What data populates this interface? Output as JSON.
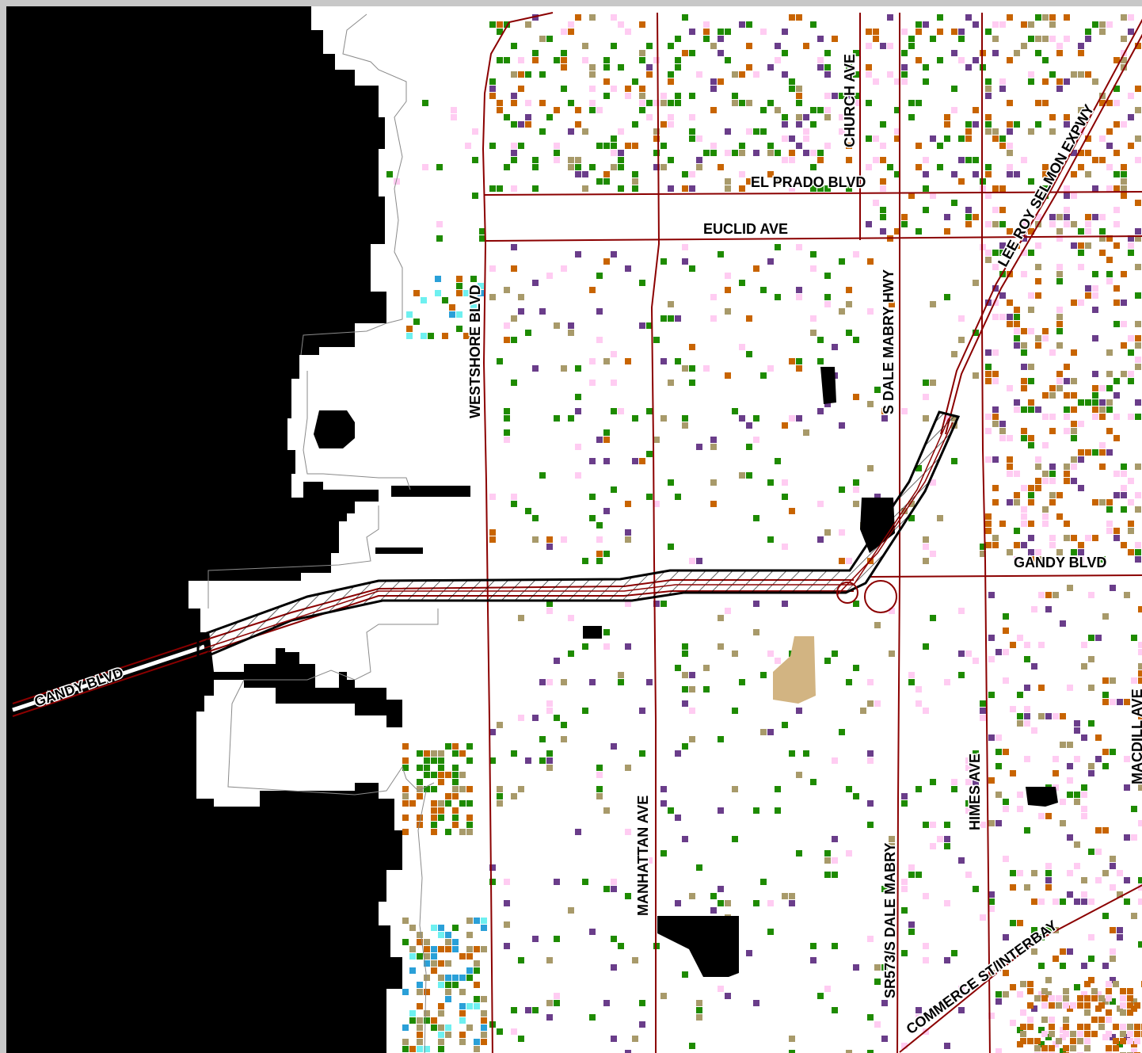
{
  "map": {
    "colors": {
      "water": "#000000",
      "land": "#ffffff",
      "road": "#8b0000",
      "shoreline": "#8a8a8a",
      "corridor_outline": "#000000",
      "forest": "#1e8b00",
      "residential": "#ffccf2",
      "commercial": "#c86400",
      "wetland": "#2aa0d8",
      "barren": "#d2b482",
      "grassland": "#a89a6a",
      "industrial": "#9b1a1a",
      "institutional": "#6a3d8a",
      "shallow_water": "#6ef0f0"
    },
    "labels": {
      "church_ave": "CHURCH AVE",
      "el_prado_blvd": "EL PRADO BLVD",
      "euclid_ave": "EUCLID AVE",
      "westshore_blvd": "WESTSHORE BLVD",
      "s_dale_mabry_hwy": "S DALE MABRY HWY",
      "lee_roy_selmon_expwy": "LEE ROY SELMON EXPWY",
      "gandy_blvd_east": "GANDY BLVD",
      "gandy_blvd_west": "GANDY BLVD",
      "manhattan_ave": "MANHATTAN AVE",
      "sr573_s_dale_mabry": "SR573/S DALE MABRY",
      "himes_ave": "HIMES AVE",
      "macdill_ave": "MACDILL AVE",
      "commerce_st_interbay": "COMMERCE ST/INTERBAY"
    },
    "landcover_icons": {
      "corridor": "hatched-project-corridor",
      "intersection": "intersection-circle-marker"
    }
  }
}
